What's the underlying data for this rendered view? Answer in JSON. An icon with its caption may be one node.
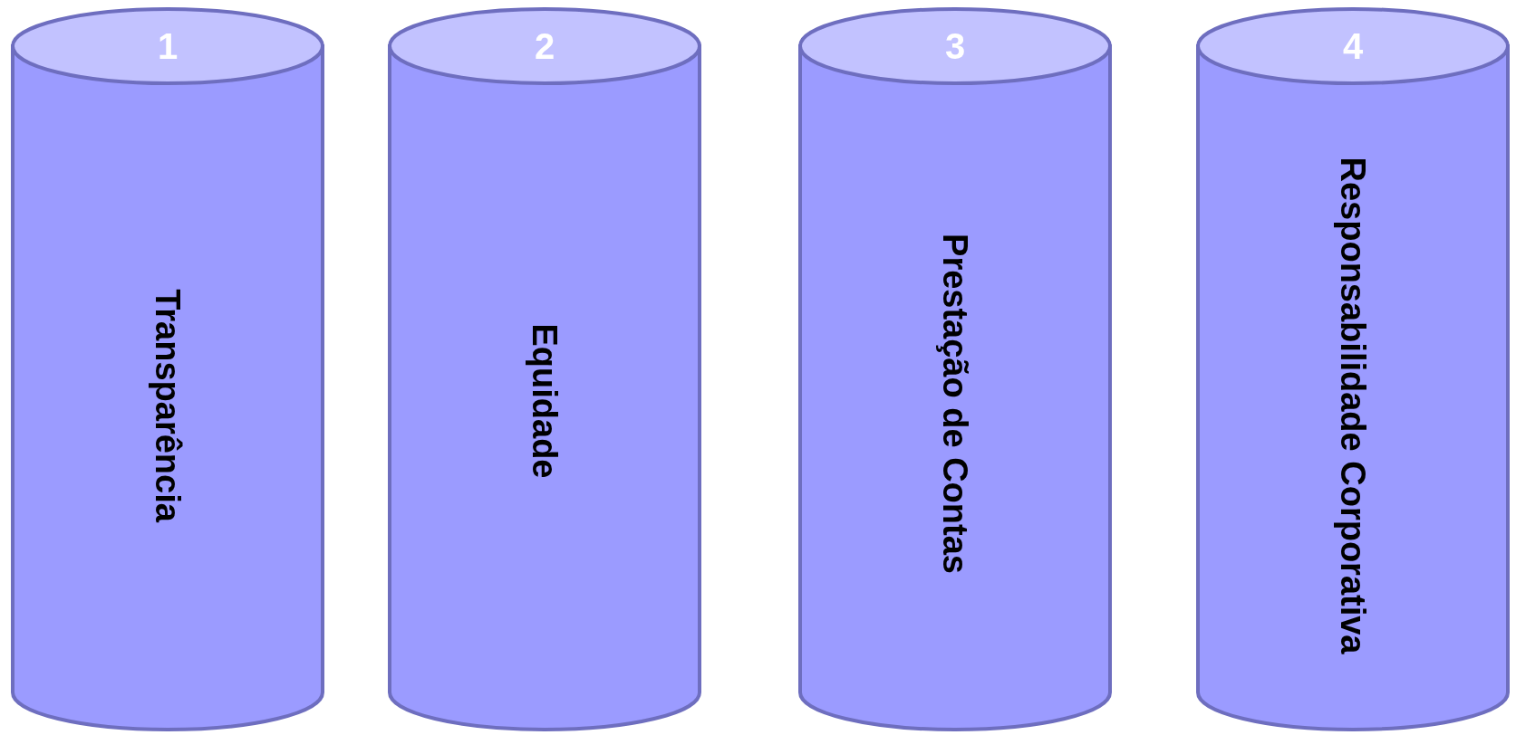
{
  "diagram": {
    "nodes": [
      {
        "text": [
          "1",
          "Transparência"
        ]
      },
      {
        "text": [
          "2",
          "Equidade"
        ]
      },
      {
        "text": [
          "3",
          "Prestação de Contas"
        ]
      },
      {
        "text": [
          "4",
          "Responsabilidade Corporativa"
        ]
      }
    ]
  }
}
